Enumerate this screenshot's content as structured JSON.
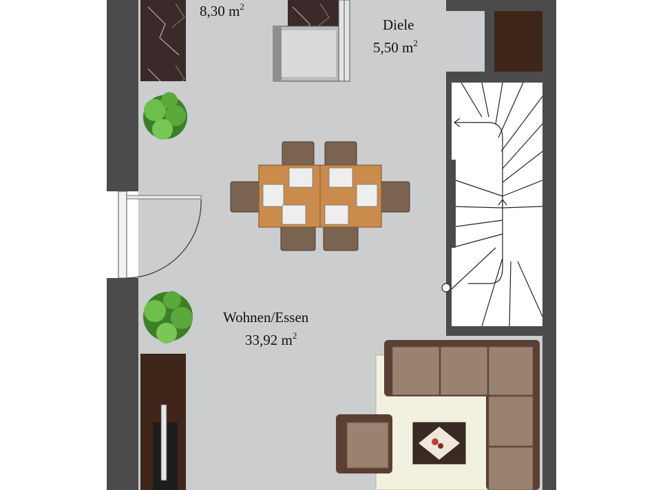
{
  "rooms": {
    "kitchen": {
      "area": "8,30 m",
      "unit_sup": "2"
    },
    "hall": {
      "name": "Diele",
      "area": "5,50 m",
      "unit_sup": "2"
    },
    "living": {
      "name": "Wohnen/Essen",
      "area": "33,92 m",
      "unit_sup": "2"
    }
  },
  "colors": {
    "floor": "#cbcdce",
    "wall": "#4b4b4b",
    "marble": "#3b2a2a",
    "wood_dark": "#3f2618",
    "table_wood": "#c98c4c",
    "chair": "#7a6351",
    "sofa": "#9a8270",
    "sofa_frame": "#5b3f33",
    "rug": "#f2f0de",
    "plant": "#5aa93a"
  }
}
